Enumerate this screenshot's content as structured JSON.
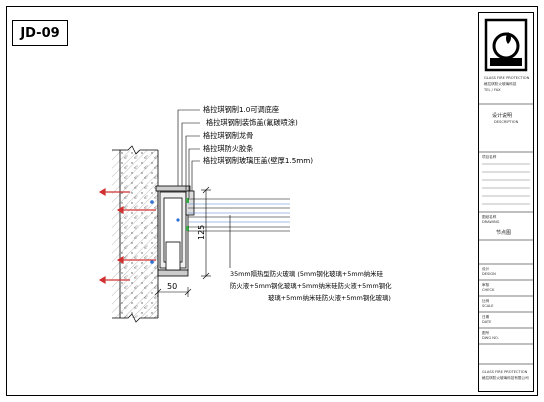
{
  "sheet": {
    "code": "JD-09"
  },
  "callouts": [
    "格拉琪钢制1.0可调底座",
    "格拉琪钢制装饰盖(氟碳喷涂)",
    "格拉琪钢制龙骨",
    "格拉琪防火胶条",
    "格拉琪钢制玻璃压盖(壁厚1.5mm)"
  ],
  "glass_note": [
    "35mm隔热型防火玻璃  (5mm钢化玻璃+5mm纳米硅",
    "防火液+5mm钢化玻璃+5mm纳米硅防火液+5mm钢化",
    "玻璃+5mm纳米硅防火液+5mm钢化玻璃)"
  ],
  "dimensions": {
    "width": "50",
    "height": "125"
  },
  "title_block": {
    "company_lines": [
      "GLASS FIRE PROTECTION",
      "格拉琪防火玻璃科技",
      "TEL / FAX"
    ],
    "design_label": "设计说明",
    "design_sub": "DESCRIPTION",
    "drawing_name": "节点图",
    "fields": [
      "项目名称",
      "PROJECT",
      "图纸名称",
      "DRAWING",
      "设计",
      "DESIGN",
      "审核",
      "CHECK",
      "比例",
      "SCALE",
      "日期",
      "DATE",
      "图号",
      "DWG NO."
    ],
    "footer": [
      "GLASS FIRE PROTECTION",
      "格拉琪防火玻璃科技有限公司"
    ]
  }
}
